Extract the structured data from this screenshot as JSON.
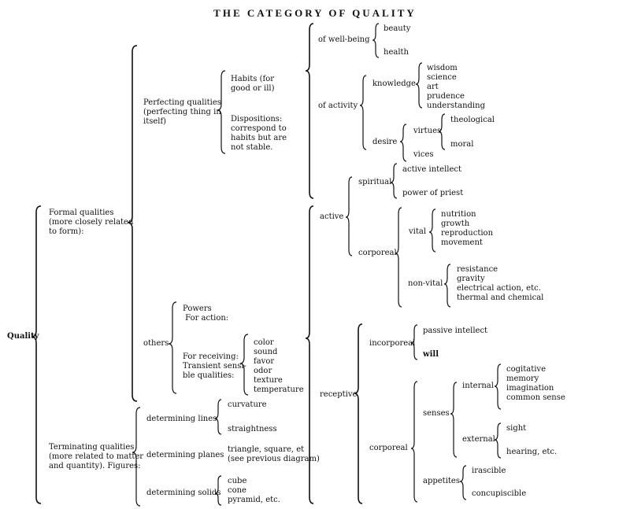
{
  "title": "THE CATEGORY OF QUALITY",
  "nodes": {
    "quality": "Quality",
    "formal": "Formal qualities\n(more closely related\nto form):",
    "terminating": "Terminating qualities\n(more related to matter\nand quantity). Figures:",
    "perfecting": "Perfecting qualities\n(perfecting thing in\nitself)",
    "others": "others",
    "habits": "Habits (for\ngood or ill)",
    "dispositions": "Dispositions:\ncorrespond to\nhabits but are\nnot stable.",
    "wellbeing": "of well-being",
    "activity": "of activity",
    "beauty": "beauty",
    "health": "health",
    "knowledge": "knowledge",
    "knowledge_items": "wisdom\nscience\nart\nprudence\nunderstanding",
    "desire": "desire",
    "virtues": "virtues",
    "vices": "vices",
    "theological": "theological",
    "moral": "moral",
    "powers": "Powers\n For action:",
    "receiving": "For receiving:\nTransient sensi-\nble qualities:",
    "sensible_items": "color\nsound\nfavor\nodor\ntexture\ntemperature",
    "active": "active",
    "receptive": "receptive",
    "spiritual": "spiritual",
    "corporeal_active": "corporeal",
    "active_intellect": "active intellect",
    "power_priest": "power of priest",
    "vital": "vital",
    "vital_items": "nutrition\ngrowth\nreproduction\nmovement",
    "nonvital": "non-vital",
    "nonvital_items": "resistance\ngravity\nelectrical action, etc.\nthermal and chemical",
    "incorporeal": "incorporeal",
    "passive_intellect": "passive intellect",
    "will": "will",
    "corporeal_receptive": "corporeal",
    "senses": "senses",
    "internal": "internal",
    "internal_items": "cogitative\nmemory\nimagination\ncommon sense",
    "external": "external",
    "sight": "sight",
    "hearing": "hearing, etc.",
    "appetites": "appetites",
    "irascible": "irascible",
    "concupiscible": "concupiscible",
    "det_lines": "determining lines",
    "det_planes": "determining planes",
    "det_solids": "determining solids",
    "curvature": "curvature",
    "straightness": "straightness",
    "planes_items": "triangle, square, et\n(see previous diagram)",
    "solids_items": "cube\ncone\npyramid, etc."
  }
}
